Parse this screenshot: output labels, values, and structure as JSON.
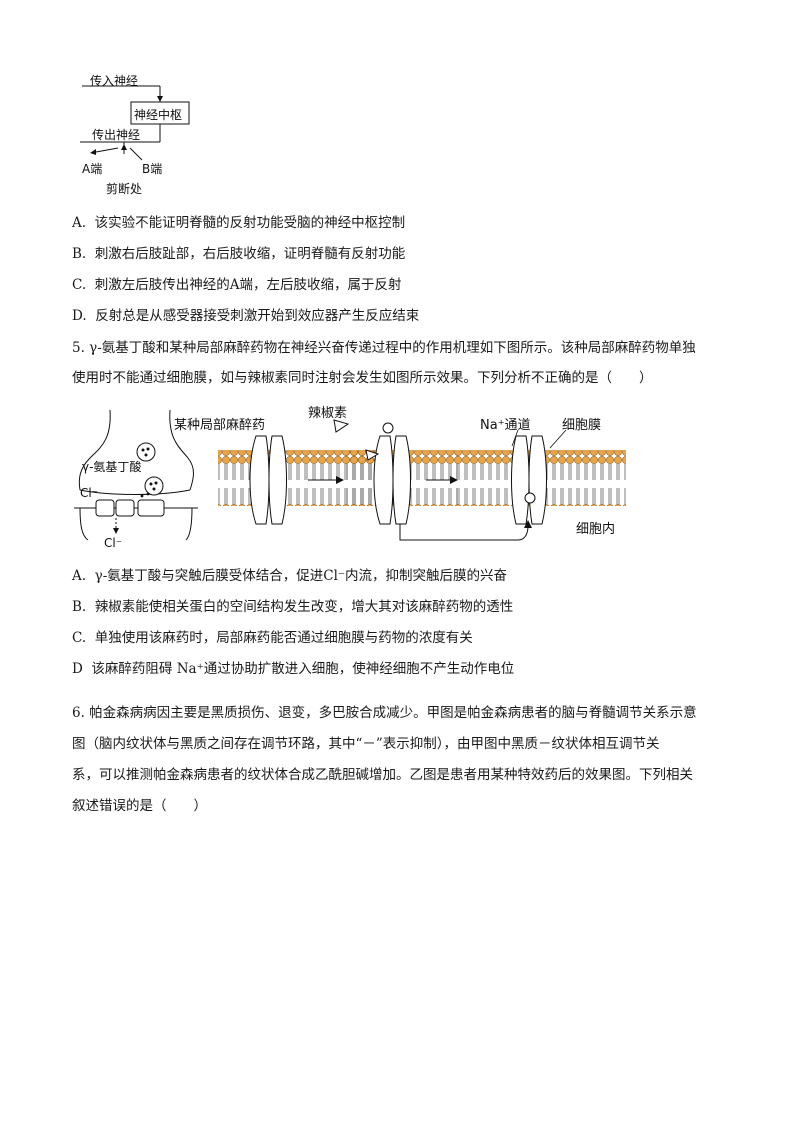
{
  "reflex_diagram": {
    "afferent": "传入神经",
    "center": "神经中枢",
    "efferent": "传出神经",
    "a_end": "A端",
    "b_end": "B端",
    "cut": "剪断处"
  },
  "q4_options": [
    {
      "label": "A.",
      "text": "该实验不能证明脊髓的反射功能受脑的神经中枢控制"
    },
    {
      "label": "B.",
      "text": "刺激右后肢趾部，右后肢收缩，证明脊髓有反射功能"
    },
    {
      "label": "C.",
      "text": "刺激左后肢传出神经的A端，左后肢收缩，属于反射"
    },
    {
      "label": "D.",
      "text": "反射总是从感受器接受刺激开始到效应器产生反应结束"
    }
  ],
  "q5": {
    "line1": "5. γ-氨基丁酸和某种局部麻醉药物在神经兴奋传递过程中的作用机理如下图所示。该种局部麻醉药物单独",
    "line2": "使用时不能通过细胞膜，如与辣椒素同时注射会发生如图所示效果。下列分析不正确的是（　　）"
  },
  "membrane_diagram": {
    "gaba": "γ-氨基丁酸",
    "cl1": "Cl⁻",
    "cl2": "Cl⁻",
    "anesthetic": "某种局部麻醉药",
    "capsaicin": "辣椒素",
    "na_channel": "Na⁺通道",
    "membrane": "细胞膜",
    "inside": "细胞内"
  },
  "q5_options": [
    {
      "label": "A.",
      "text": "γ-氨基丁酸与突触后膜受体结合，促进Cl⁻内流，抑制突触后膜的兴奋"
    },
    {
      "label": "B.",
      "text": "辣椒素能使相关蛋白的空间结构发生改变，增大其对该麻醉药物的透性"
    },
    {
      "label": "C.",
      "text": "单独使用该麻药时，局部麻药能否通过细胞膜与药物的浓度有关"
    },
    {
      "label": "D",
      "text": "该麻醉药阻碍 Na⁺通过协助扩散进入细胞，使神经细胞不产生动作电位"
    }
  ],
  "q6": {
    "line1": "6. 帕金森病病因主要是黑质损伤、退变，多巴胺合成减少。甲图是帕金森病患者的脑与脊髓调节关系示意",
    "line2": "图（脑内纹状体与黑质之间存在调节环路，其中“－”表示抑制），由甲图中黑质－纹状体相互调节关",
    "line3": "系，可以推测帕金森病患者的纹状体合成乙酰胆碱增加。乙图是患者用某种特效药后的效果图。下列相关",
    "line4": "叙述错误的是（　　）"
  }
}
